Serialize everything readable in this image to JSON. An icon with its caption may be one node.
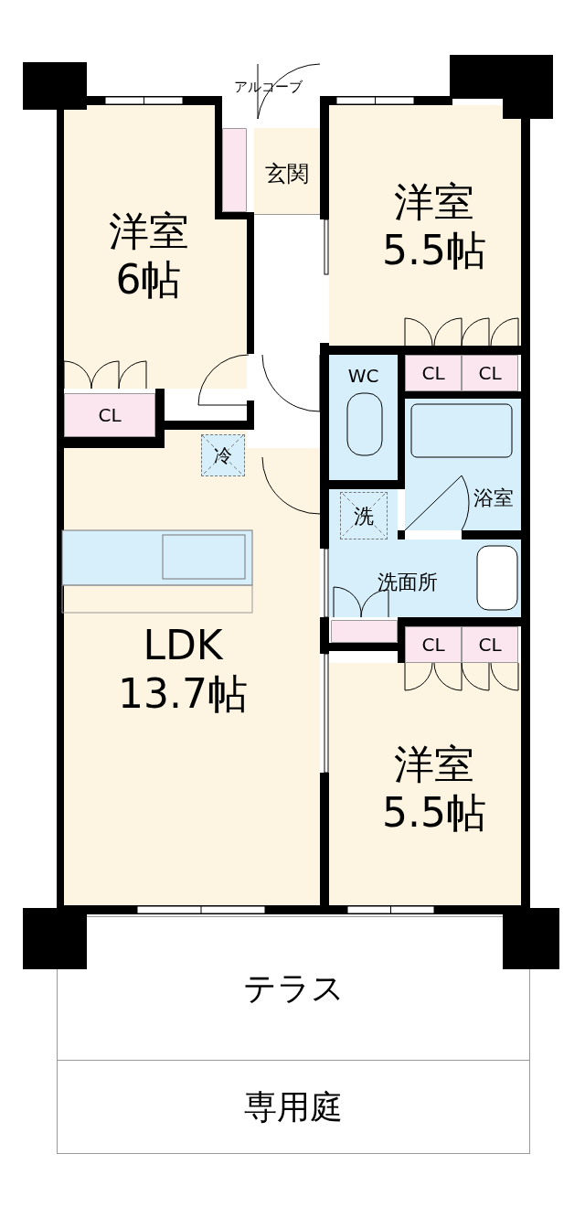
{
  "diagram": {
    "nodes": [
      {
        "text": [
          "アルコーブ"
        ]
      },
      {
        "text": [],
        "shape": "box"
      },
      {
        "text": [
          "玄関"
        ]
      },
      {
        "text": [
          "洋室 6帖"
        ]
      },
      {
        "text": [
          "洋室 5.5帖"
        ]
      },
      {
        "text": [
          "WC"
        ]
      },
      {
        "text": [
          "CL"
        ]
      },
      {
        "text": [
          "CL"
        ]
      },
      {
        "text": [
          "CL"
        ]
      },
      {
        "text": [
          "LDK 13.7帖"
        ]
      },
      {
        "text": [
          "冷"
        ],
        "in": 9
      },
      {
        "text": [
          "浴室"
        ]
      },
      {
        "text": [
          "洗面所"
        ]
      },
      {
        "text": [
          "洗"
        ]
      },
      {
        "text": [],
        "shape": "box"
      },
      {
        "text": [
          "CL"
        ]
      },
      {
        "text": [
          "CL"
        ]
      },
      {
        "text": [
          "洋室 5.5帖"
        ]
      },
      {
        "text": [
          "テラス"
        ]
      },
      {
        "text": [
          "専用庭"
        ]
      }
    ]
  }
}
